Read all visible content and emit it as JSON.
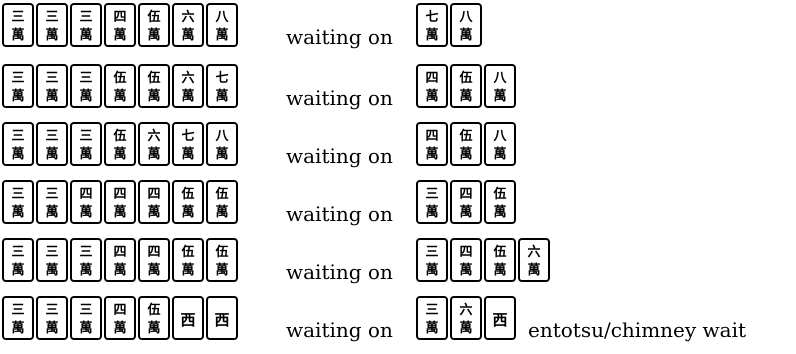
{
  "wait_label": "waiting on",
  "tile_labels": {
    "m3": [
      "三",
      "萬"
    ],
    "m4": [
      "四",
      "萬"
    ],
    "m5": [
      "伍",
      "萬"
    ],
    "m6": [
      "六",
      "萬"
    ],
    "m7": [
      "七",
      "萬"
    ],
    "m8": [
      "八",
      "萬"
    ],
    "west": [
      "西"
    ]
  },
  "rows": [
    {
      "hand": [
        "m3",
        "m3",
        "m3",
        "m4",
        "m5",
        "m6",
        "m8"
      ],
      "waits": [
        "m7",
        "m8"
      ],
      "note": ""
    },
    {
      "hand": [
        "m3",
        "m3",
        "m3",
        "m5",
        "m5",
        "m6",
        "m7"
      ],
      "waits": [
        "m4",
        "m5",
        "m8"
      ],
      "note": ""
    },
    {
      "hand": [
        "m3",
        "m3",
        "m3",
        "m5",
        "m6",
        "m7",
        "m8"
      ],
      "waits": [
        "m4",
        "m5",
        "m8"
      ],
      "note": ""
    },
    {
      "hand": [
        "m3",
        "m3",
        "m4",
        "m4",
        "m4",
        "m5",
        "m5"
      ],
      "waits": [
        "m3",
        "m4",
        "m5"
      ],
      "note": ""
    },
    {
      "hand": [
        "m3",
        "m3",
        "m3",
        "m4",
        "m4",
        "m5",
        "m5"
      ],
      "waits": [
        "m3",
        "m4",
        "m5",
        "m6"
      ],
      "note": ""
    },
    {
      "hand": [
        "m3",
        "m3",
        "m3",
        "m4",
        "m5",
        "west",
        "west"
      ],
      "waits": [
        "m3",
        "m6",
        "west"
      ],
      "note": "entotsu/chimney wait"
    }
  ]
}
